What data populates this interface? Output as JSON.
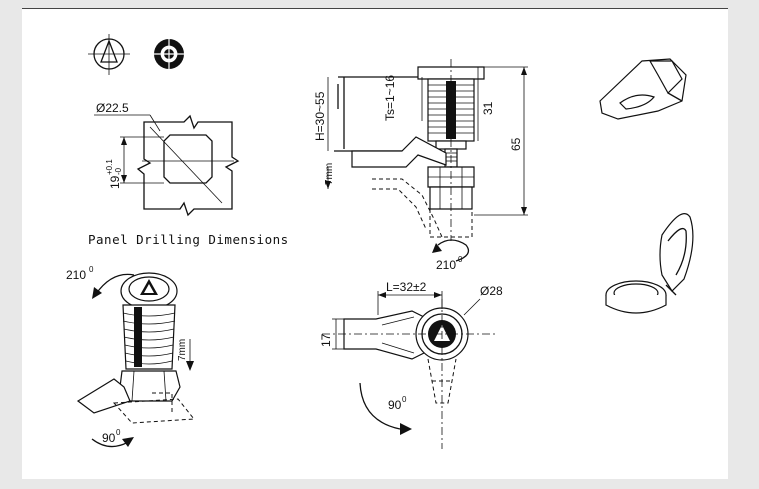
{
  "labels": {
    "panel_drilling": "Panel Drilling Dimensions",
    "diameter_22_5": "Ø22.5",
    "square_size": "19",
    "tol_upper": "+0.1",
    "tol_lower": "-0",
    "h_range": "H=30~55",
    "ts_range": "Ts=1~16",
    "dim_31": "31",
    "dim_65": "65",
    "dim_7mm_left": "7mm",
    "rot_210_center": "210",
    "rot_210_left": "210",
    "dim_7mm_iso": "7mm",
    "rot_90_left": "90",
    "length_l": "L=32±2",
    "diameter_28": "Ø28",
    "dim_17": "17",
    "rot_90_bottom": "90",
    "degree_mark": "0"
  },
  "colors": {
    "ink": "#111111",
    "paper": "#ffffff",
    "frame": "#e8e8e8"
  },
  "icons": [
    "first-angle-projection-icon",
    "target-icon"
  ]
}
